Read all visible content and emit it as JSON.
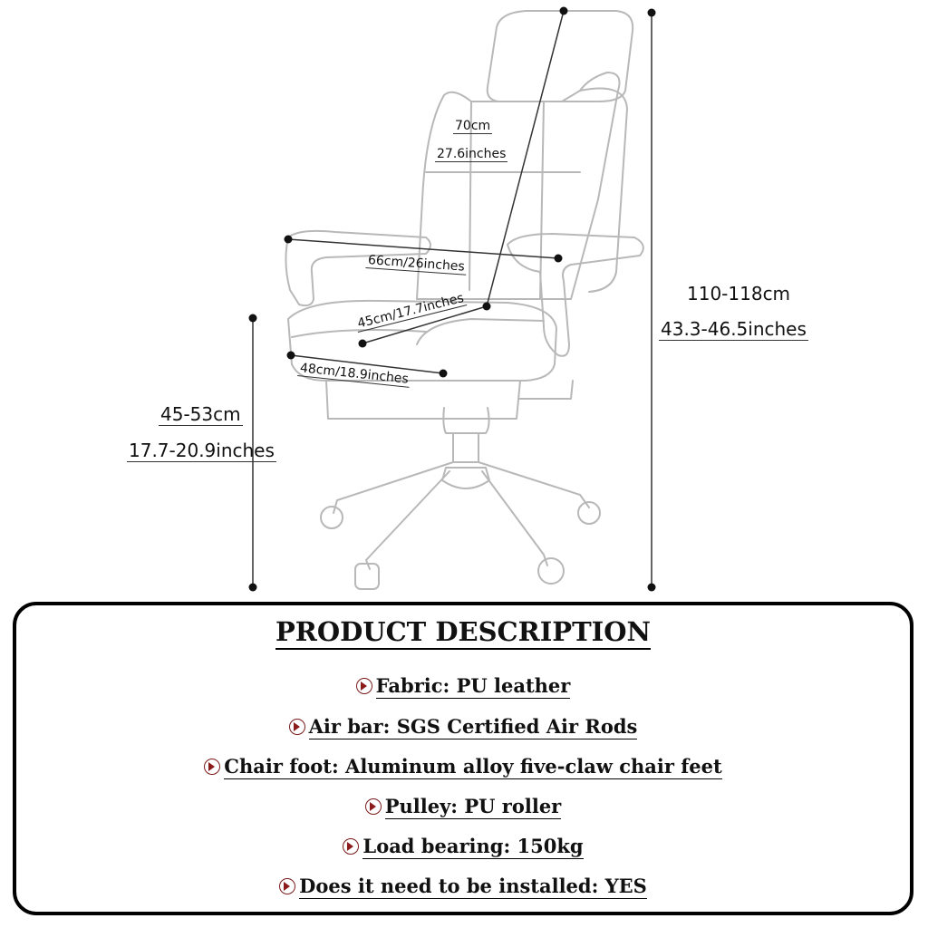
{
  "dimensions": {
    "backrest_height_cm": "70cm",
    "backrest_height_in": "27.6inches",
    "arm_width": "66cm/26inches",
    "seat_depth": "45cm/17.7inches",
    "seat_width": "48cm/18.9inches",
    "seat_height_cm": "45-53cm",
    "seat_height_in": "17.7-20.9inches",
    "total_height_cm": "110-118cm",
    "total_height_in": "43.3-46.5inches"
  },
  "description": {
    "title": "PRODUCT DESCRIPTION",
    "items": [
      "Fabric: PU leather",
      "Air bar: SGS Certified Air Rods",
      "Chair foot: Aluminum alloy five-claw chair feet",
      "Pulley: PU roller",
      "Load bearing: 150kg",
      "Does it need to be installed: YES"
    ]
  },
  "colors": {
    "outline": "#b8b8b8",
    "dimension_line": "#333333",
    "bullet": "#8b1a1a"
  }
}
